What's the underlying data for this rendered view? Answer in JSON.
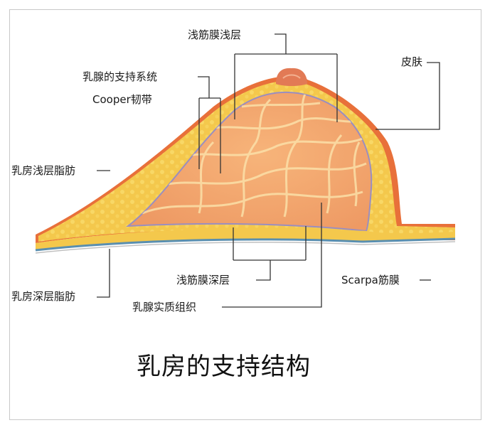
{
  "labels": {
    "superficial_fascia": "浅筋膜浅层",
    "support_system": "乳腺的支持系统",
    "cooper_ligament": "Cooper韧带",
    "skin": "皮肤",
    "superficial_fat": "乳房浅层脂肪",
    "deep_fat": "乳房深层脂肪",
    "deep_fascia": "浅筋膜深层",
    "scarpa_fascia": "Scarpa筋膜",
    "parenchyma": "乳腺实质组织"
  },
  "title": "乳房的支持结构",
  "colors": {
    "fat": "#f3c54a",
    "skin": "#e8703a",
    "gland": "#f0a46c",
    "fascia": "#9a8ec0",
    "muscle_line": "#5a8fb0"
  }
}
